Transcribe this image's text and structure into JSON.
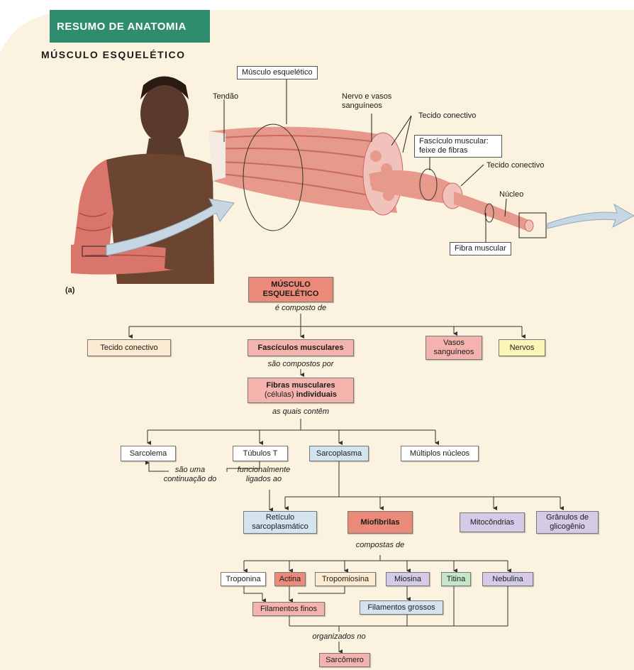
{
  "colors": {
    "banner": "#2f8c6e",
    "background": "#fbf2df",
    "pink": "#f4b4ad",
    "salmon": "#eb8a78",
    "cream": "#fcebd0",
    "yellow": "#fbf6b5",
    "blue": "#d4e4ef",
    "lavender": "#d5cbe8",
    "green": "#c6e6c9",
    "muscle": "#d9756b"
  },
  "header": {
    "banner": "RESUMO DE ANATOMIA",
    "subtitle": "MÚSCULO ESQUELÉTICO"
  },
  "illustration": {
    "panel": "(a)",
    "labels": {
      "musculo": "Músculo esquelético",
      "tendao": "Tendão",
      "nervo": "Nervo e vasos sanguíneos",
      "tecido1": "Tecido conectivo",
      "fasciculo": "Fascículo muscular: feixe de fibras",
      "tecido2": "Tecido conectivo",
      "nucleo": "Núcleo",
      "fibra": "Fibra muscular"
    }
  },
  "flow": {
    "root": "MÚSCULO ESQUELÉTICO",
    "composto": "é composto de",
    "tecido": "Tecido conectivo",
    "fasciculos": "Fascículos musculares",
    "vasos": "Vasos sanguíneos",
    "nervos": "Nervos",
    "compostos_por": "são compostos por",
    "fibras_a": "Fibras musculares",
    "fibras_b": "(células)",
    "fibras_c": "individuais",
    "contem": "as quais contêm",
    "sarcolema": "Sarcolema",
    "tubulos": "Túbulos T",
    "sarcoplasma": "Sarcoplasma",
    "nucleos": "Múltiplos núcleos",
    "continuacao": "são uma continuação do",
    "funcionalmente": "funcionalmente ligados ao",
    "reticulo": "Retículo sarcoplasmático",
    "miofibrilas": "Miofibrilas",
    "mitocondrias": "Mitocôndrias",
    "granulos": "Grânulos de glicogênio",
    "compostas": "compostas de",
    "troponina": "Troponina",
    "actina": "Actina",
    "tropomiosina": "Tropomiosina",
    "miosina": "Miosina",
    "titina": "Titina",
    "nebulina": "Nebulina",
    "finos": "Filamentos finos",
    "grossos": "Filamentos grossos",
    "organizados": "organizados no",
    "sarcomero": "Sarcômero"
  }
}
